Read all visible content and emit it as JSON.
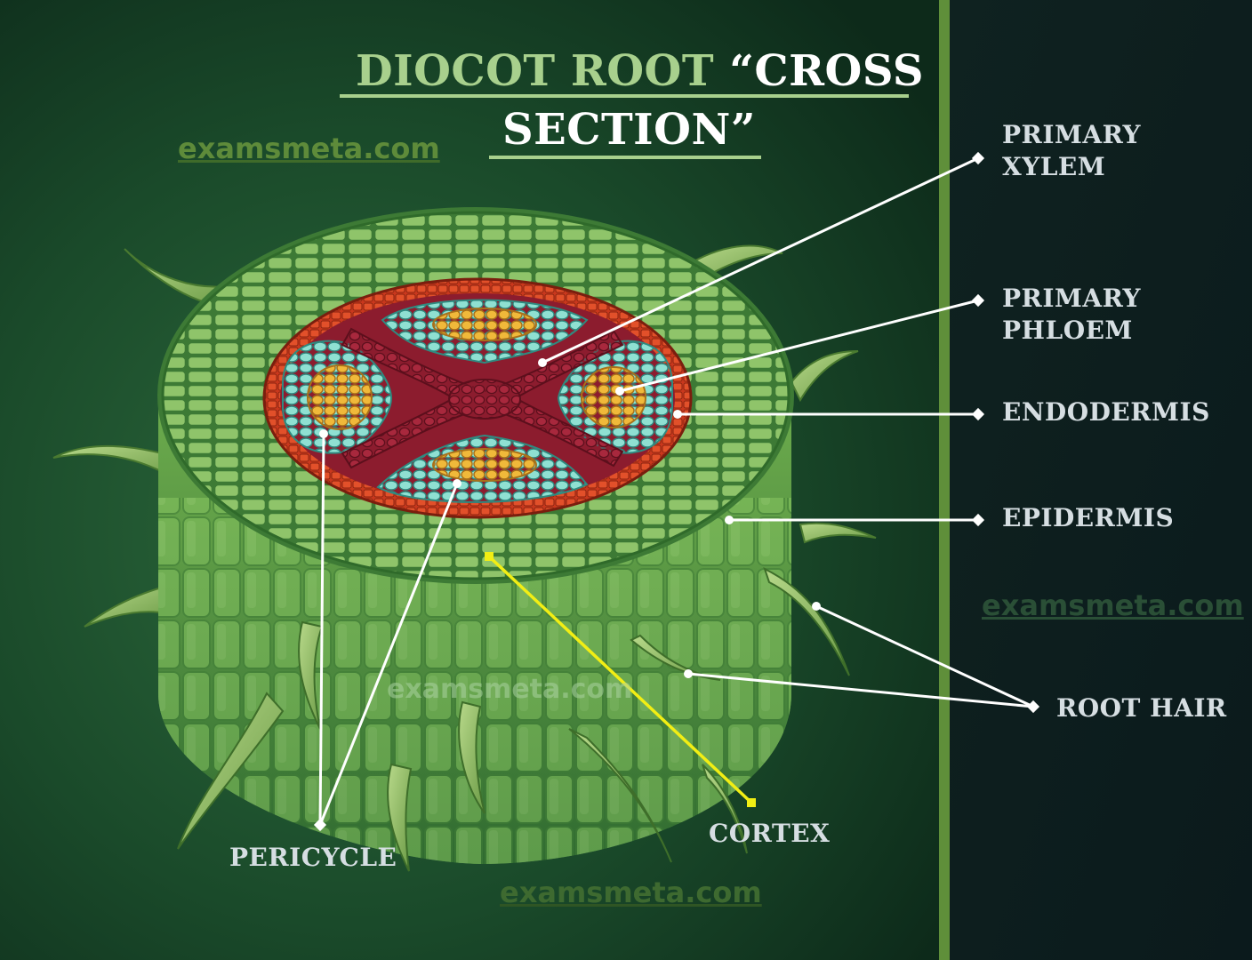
{
  "title": {
    "part1": "DIOCOT ROOT",
    "part2": "“CROSS",
    "part3": "SECTION”"
  },
  "labels": {
    "primary_xylem": "PRIMARY\nXYLEM",
    "primary_phloem": "PRIMARY\nPHLOEM",
    "endodermis": "ENDODERMIS",
    "epidermis": "EPIDERMIS",
    "root_hair": "ROOT HAIR",
    "cortex": "CORTEX",
    "pericycle": "PERICYCLE"
  },
  "watermark": "examsmeta.com",
  "colors": {
    "title_green": "#a8d08d",
    "label_text": "#d6dee2",
    "leader_line": "#ffffff",
    "cortex_line": "#f2ee14",
    "divider": "#5f8f3a",
    "xylem": "#8c1c2e",
    "endodermis_ring": "#d8401f",
    "phloem": "#e3ad2c",
    "pericycle": "#7fd4c8",
    "cortex_cells": "#8fc46a"
  }
}
